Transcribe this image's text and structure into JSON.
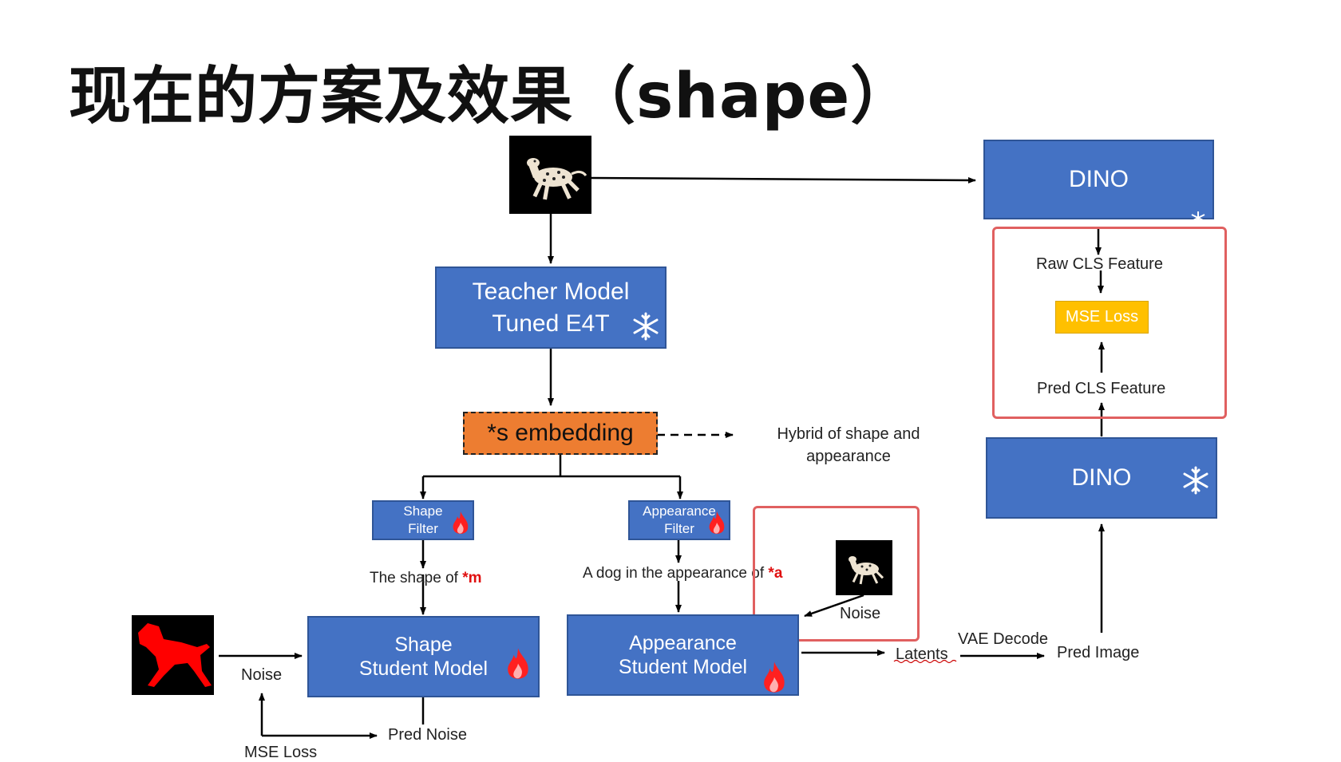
{
  "title": "现在的方案及效果（shape）",
  "nodes": {
    "dino_top": "DINO",
    "teacher_line1": "Teacher Model",
    "teacher_line2": "Tuned E4T",
    "embedding": "*s embedding",
    "hybrid_line1": "Hybrid of shape and",
    "hybrid_line2": "appearance",
    "shape_filter_line1": "Shape",
    "shape_filter_line2": "Filter",
    "appearance_filter_line1": "Appearance",
    "appearance_filter_line2": "Filter",
    "shape_prompt_prefix": "The shape of ",
    "shape_prompt_token": "*m",
    "appearance_prompt_prefix": "A dog in the appearance of ",
    "appearance_prompt_token": "*a",
    "noise_right": "Noise",
    "noise_left": "Noise",
    "shape_student_line1": "Shape",
    "shape_student_line2": "Student Model",
    "appearance_student_line1": "Appearance",
    "appearance_student_line2": "Student Model",
    "pred_noise": "Pred Noise",
    "mse_loss_bottom": "MSE Loss",
    "latents": "Latents",
    "vae_decode": "VAE Decode",
    "pred_image": "Pred Image",
    "dino_bottom": "DINO",
    "raw_cls": "Raw CLS Feature",
    "mse_loss_box": "MSE Loss",
    "pred_cls": "Pred CLS Feature"
  },
  "icons": {
    "frozen": "snowflake-icon",
    "trainable": "flame-icon"
  },
  "colors": {
    "box_blue": "#4472c4",
    "embedding_orange": "#ed7d31",
    "loss_yellow": "#ffc000",
    "frame_red": "#e06060",
    "token_red": "#e01010"
  }
}
